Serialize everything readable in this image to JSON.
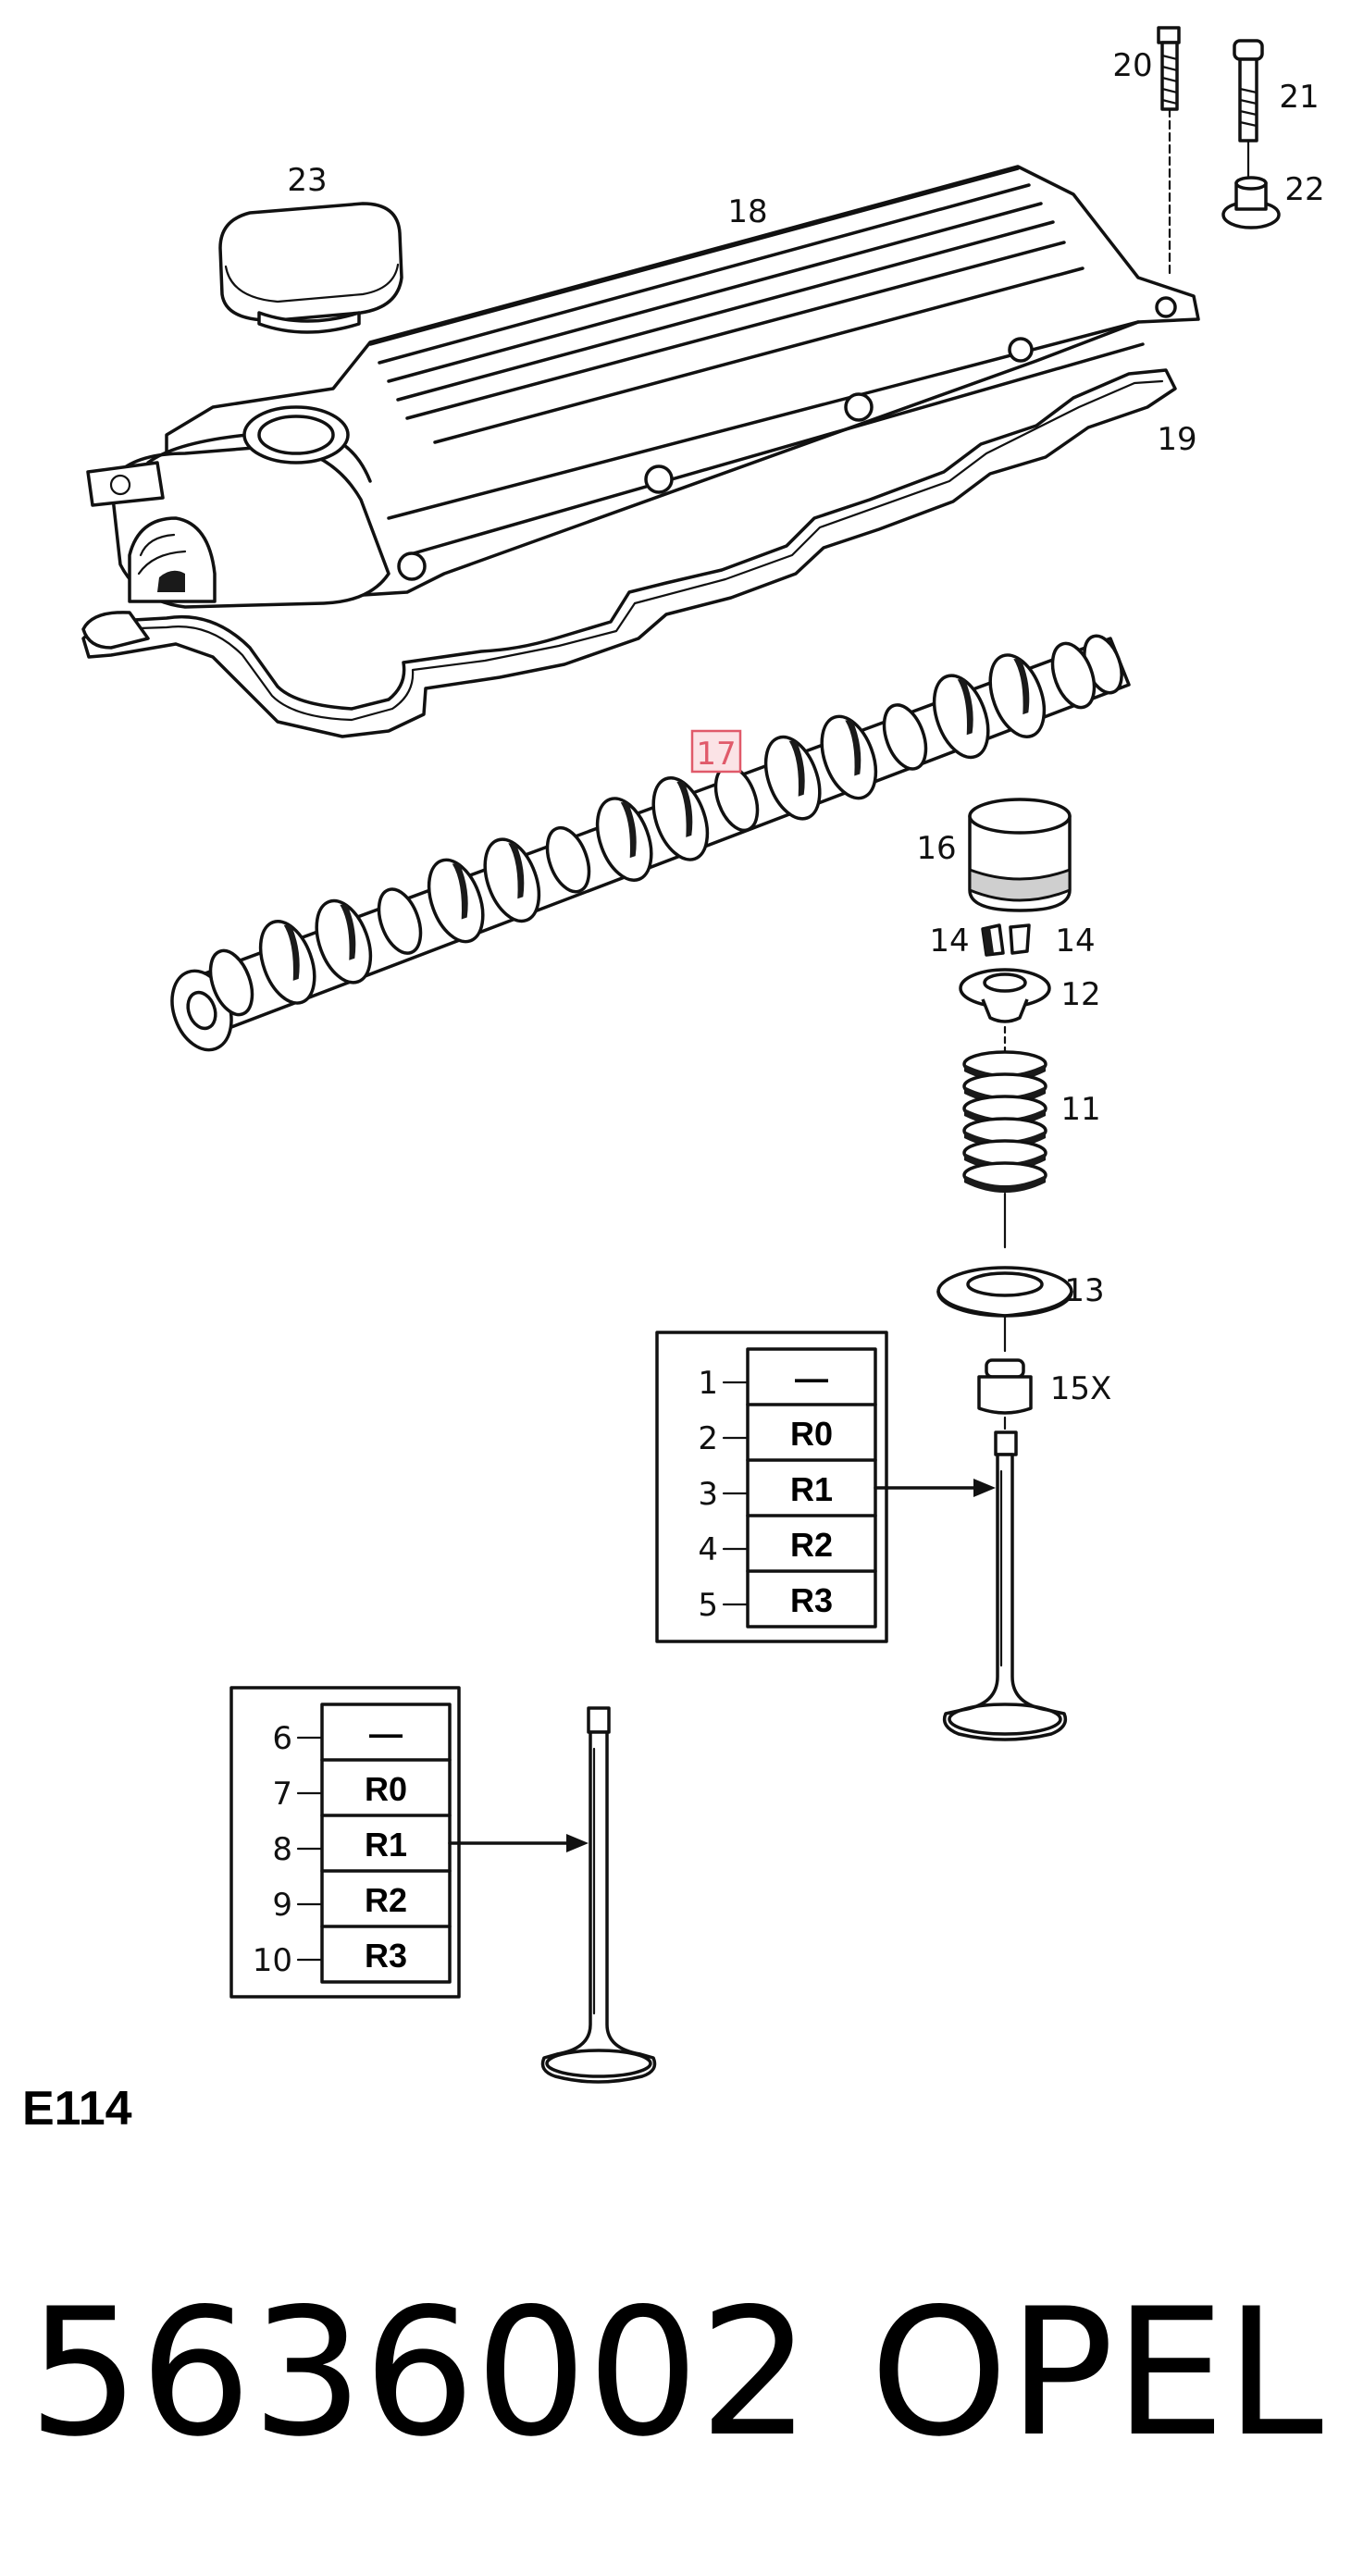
{
  "callouts": {
    "c23": "23",
    "c18": "18",
    "c20": "20",
    "c21": "21",
    "c22": "22",
    "c19": "19",
    "c17": "17",
    "c16": "16",
    "c14a": "14",
    "c14b": "14",
    "c12": "12",
    "c11": "11",
    "c13": "13",
    "c15x": "15X"
  },
  "table_upper": {
    "rows": [
      {
        "num": "1",
        "label": "—"
      },
      {
        "num": "2",
        "label": "R0"
      },
      {
        "num": "3",
        "label": "R1"
      },
      {
        "num": "4",
        "label": "R2"
      },
      {
        "num": "5",
        "label": "R3"
      }
    ]
  },
  "table_lower": {
    "rows": [
      {
        "num": "6",
        "label": "—"
      },
      {
        "num": "7",
        "label": "R0"
      },
      {
        "num": "8",
        "label": "R1"
      },
      {
        "num": "9",
        "label": "R2"
      },
      {
        "num": "10",
        "label": "R3"
      }
    ]
  },
  "diagram_code": "E114",
  "part_number": "5636002",
  "brand": "OPEL",
  "highlight_color": "#e05a6a"
}
